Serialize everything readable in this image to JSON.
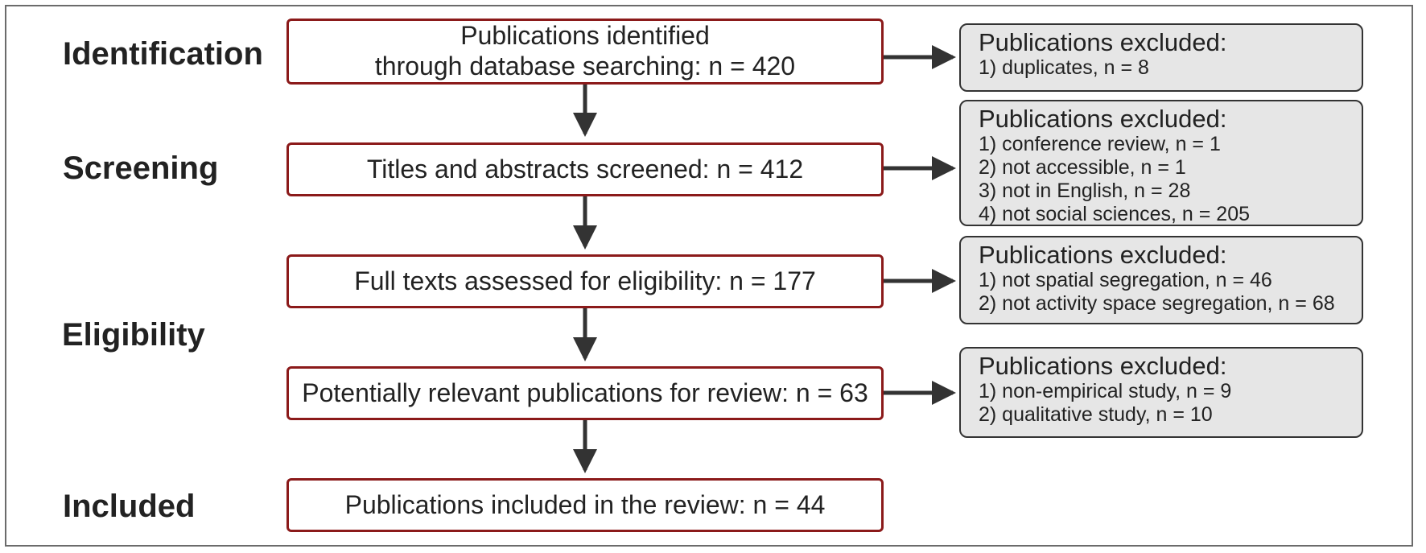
{
  "stages": {
    "identification": "Identification",
    "screening": "Screening",
    "eligibility": "Eligibility",
    "included": "Included"
  },
  "boxes": {
    "identified": {
      "line1": "Publications identified",
      "line2": "through database searching: n = 420"
    },
    "screened": "Titles and abstracts screened: n = 412",
    "fulltext": "Full texts assessed for eligibility: n = 177",
    "potential": "Potentially relevant publications for review: n = 63",
    "included": "Publications included in the review: n = 44"
  },
  "exclusions": [
    {
      "title": "Publications excluded:",
      "items": [
        "1) duplicates, n = 8"
      ]
    },
    {
      "title": "Publications excluded:",
      "items": [
        "1) conference review, n = 1",
        "2) not accessible, n = 1",
        "3) not in English, n = 28",
        "4) not social sciences, n = 205"
      ]
    },
    {
      "title": "Publications excluded:",
      "items": [
        "1) not spatial segregation, n = 46",
        "2) not activity space segregation, n = 68"
      ]
    },
    {
      "title": "Publications excluded:",
      "items": [
        "1) non-empirical study, n = 9",
        "2) qualitative study, n = 10"
      ]
    }
  ],
  "colors": {
    "box_border": "#8b1a1a",
    "exclusion_fill": "#e6e6e6",
    "arrow": "#333333"
  }
}
